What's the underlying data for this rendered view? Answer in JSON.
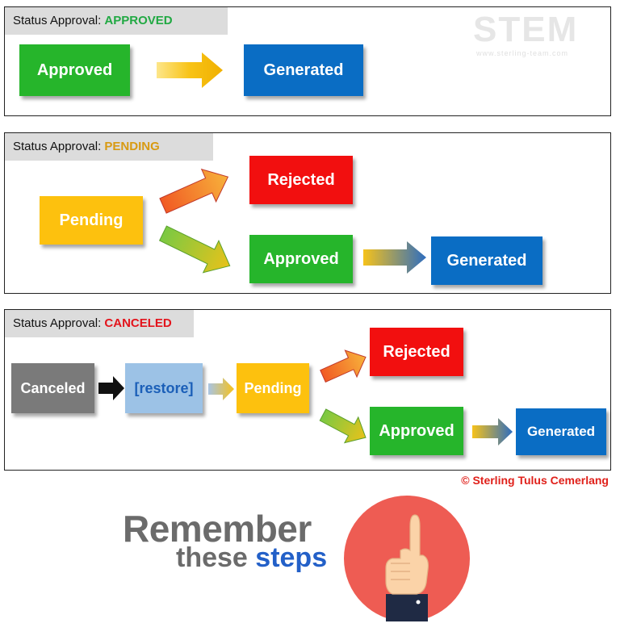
{
  "panels": [
    {
      "status_label": "Status Approval:",
      "status_value": "APPROVED",
      "status_color": "#21a943"
    },
    {
      "status_label": "Status Approval:",
      "status_value": "PENDING",
      "status_color": "#d89a12"
    },
    {
      "status_label": "Status Approval:",
      "status_value": "CANCELED",
      "status_color": "#e3141c"
    }
  ],
  "nodes": {
    "approved": "Approved",
    "generated": "Generated",
    "pending": "Pending",
    "rejected": "Rejected",
    "canceled": "Canceled",
    "restore": "[restore]"
  },
  "watermark": {
    "logo": "STEM",
    "url": "www.sterling-team.com"
  },
  "copyright": "© Sterling Tulus Cemerlang",
  "headline": {
    "line1": "Remember",
    "line2_a": "these",
    "line2_b": "steps"
  },
  "colors": {
    "approved": "#26b52b",
    "generated": "#0a6dc4",
    "rejected": "#f20f0f",
    "pending": "#fdc10e",
    "canceled": "#7a7a7a",
    "restore": "#9cc2e6",
    "circle": "#ee5c53"
  },
  "icons": [
    "pointing-finger-icon"
  ]
}
